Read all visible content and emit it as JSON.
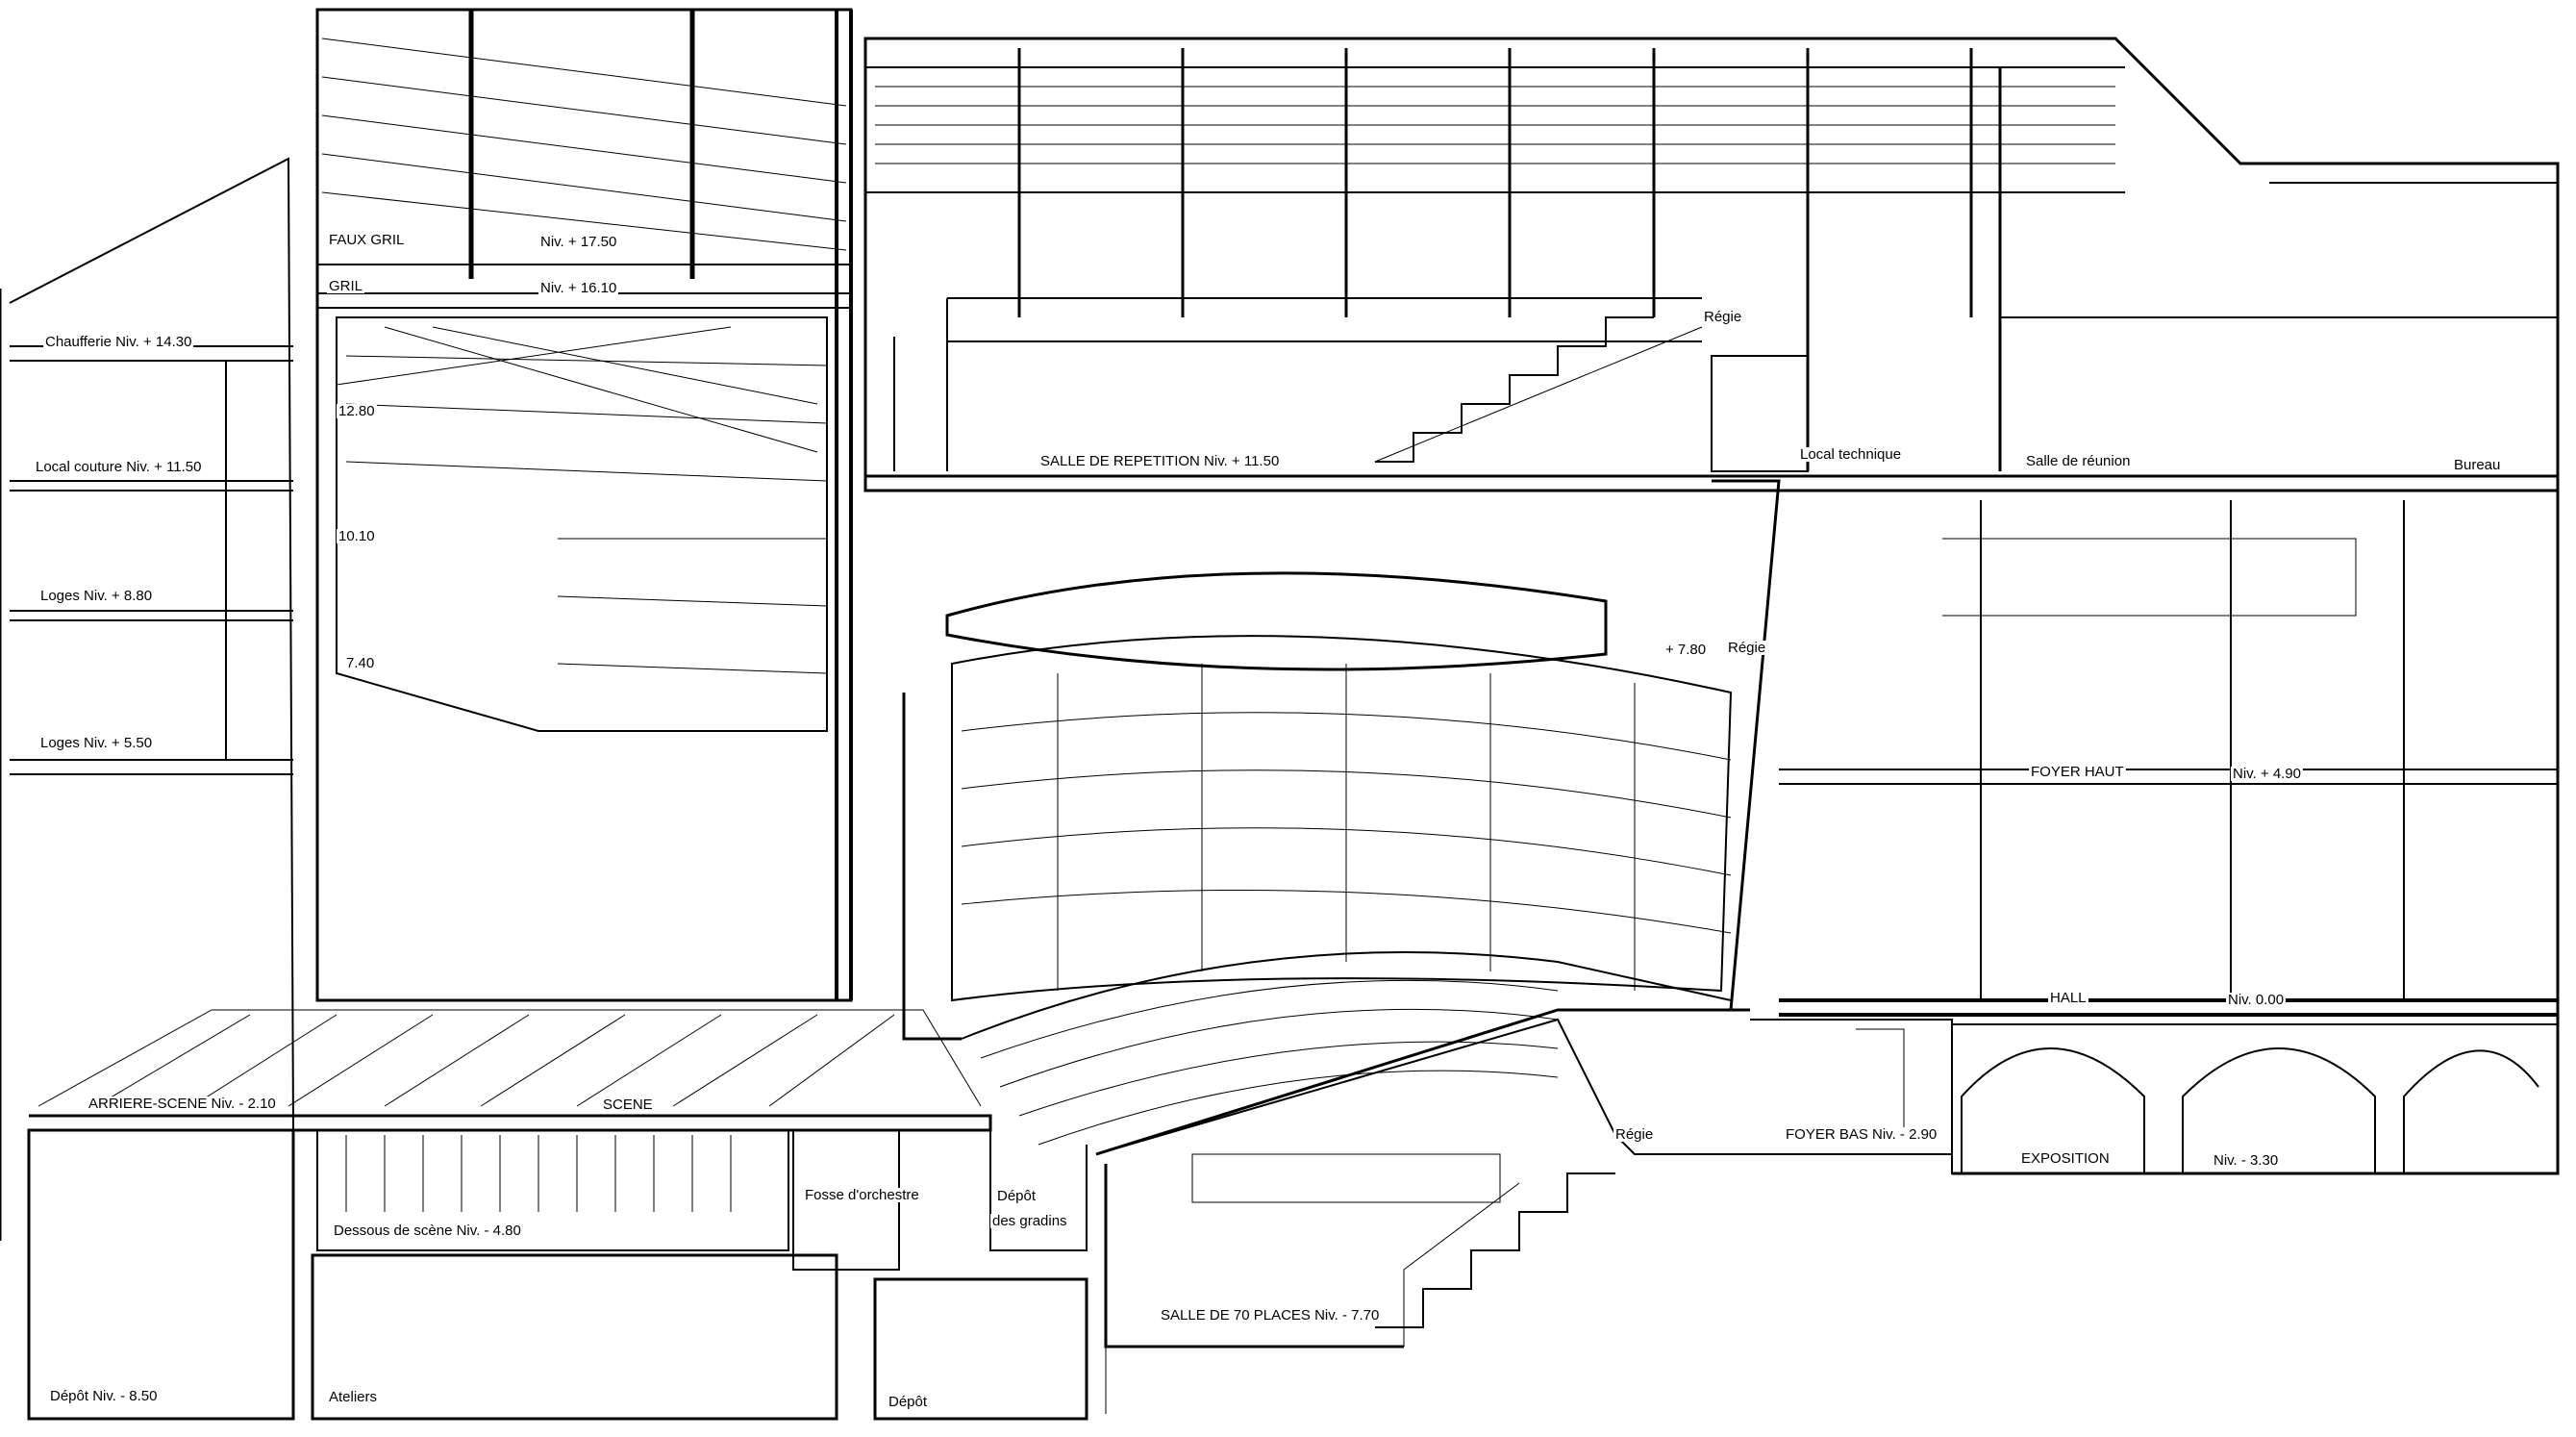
{
  "labels": {
    "faux_gril": "FAUX GRIL",
    "niv_1750": "Niv. + 17.50",
    "gril": "GRIL",
    "niv_1610": "Niv. + 16.10",
    "chaufferie": "Chaufferie  Niv. + 14.30",
    "local_couture": "Local couture  Niv. + 11.50",
    "loges_880": "Loges          Niv. + 8.80",
    "loges_550": "Loges          Niv. + 5.50",
    "lvl_1280": "12.80",
    "lvl_1010": "10.10",
    "lvl_740": "7.40",
    "regie_top": "Régie",
    "salle_repetition": "SALLE DE REPETITION  Niv. + 11.50",
    "local_technique": "Local technique",
    "salle_reunion": "Salle de réunion",
    "bureau": "Bureau",
    "niv_780": "+ 7.80",
    "regie_mid": "Régie",
    "foyer_haut": "FOYER HAUT",
    "niv_490": "Niv. + 4.90",
    "hall": "HALL",
    "niv_000": "Niv. 0.00",
    "arriere_scene": "ARRIERE-SCENE   Niv. - 2.10",
    "scene": "SCENE",
    "dessous_scene": "Dessous de scène  Niv. - 4.80",
    "fosse_orchestre": "Fosse d'orchestre",
    "depot_gradins_1": "Dépôt",
    "depot_gradins_2": "des gradins",
    "regie_low": "Régie",
    "foyer_bas": "FOYER BAS  Niv. - 2.90",
    "exposition": "EXPOSITION",
    "niv_330": "Niv. - 3.30",
    "salle_70": "SALLE DE 70 PLACES  Niv. - 7.70",
    "depot_850": "Dépôt   Niv. - 8.50",
    "ateliers": "Ateliers",
    "depot_low": "Dépôt"
  }
}
